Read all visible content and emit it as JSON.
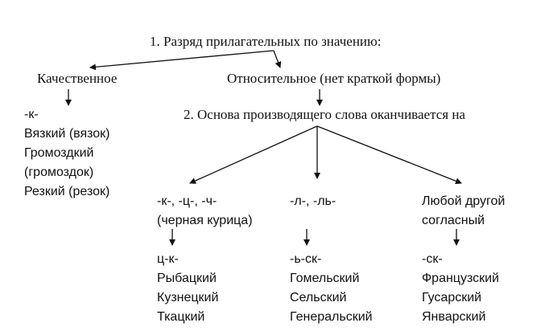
{
  "title": "1. Разряд прилагательных по значению:",
  "left_branch": {
    "label": "Качественное",
    "suffix": "-к-",
    "examples": [
      "Вязкий (вязок)",
      "Громоздкий",
      "(громоздок)",
      "Резкий (резок)"
    ]
  },
  "right_branch": {
    "label": "Относительное (нет краткой формы)",
    "step2": "2. Основа производящего слова оканчивается на"
  },
  "sub_branches": [
    {
      "condition_lines": [
        "-к-, -ц-, -ч-",
        "(черная курица)"
      ],
      "suffix": "ц-к-",
      "examples": [
        "Рыбацкий",
        "Кузнецкий",
        "Ткацкий"
      ]
    },
    {
      "condition_lines": [
        "-л-, -ль-"
      ],
      "suffix": "-ь-ск-",
      "examples": [
        "Гомельский",
        "Сельский",
        "Генеральский"
      ]
    },
    {
      "condition_lines": [
        "Любой другой",
        "согласный"
      ],
      "suffix": "-ск-",
      "examples": [
        "Французский",
        "Гусарский",
        "Январский"
      ]
    }
  ],
  "colors": {
    "text": "#111111",
    "arrow": "#111111",
    "background": "#ffffff"
  }
}
